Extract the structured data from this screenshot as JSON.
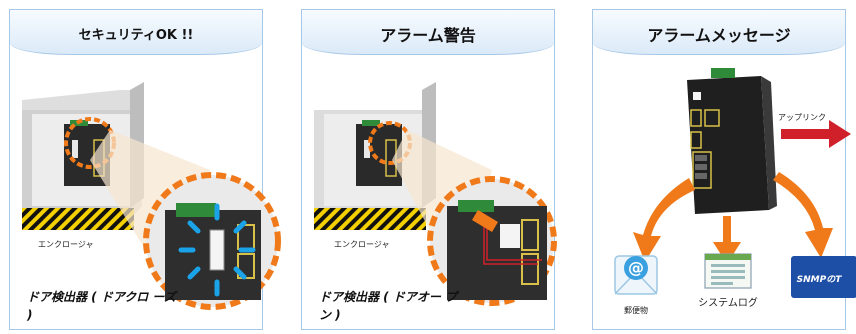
{
  "panels": [
    {
      "title": "セキュリティOK !!",
      "enclosure_label": "エンクロージャ",
      "description": "ドア検出器 ( ドアクロ ーズ )"
    },
    {
      "title": "アラーム警告",
      "enclosure_label": "エンクロージャ",
      "description": "ドア検出器 ( ドアオー プン )"
    },
    {
      "title": "アラームメッセージ",
      "uplink_label": "アップリンク",
      "outputs": [
        {
          "label": "郵便物",
          "icon": "email-icon"
        },
        {
          "label": "システムログ",
          "icon": "syslog-window-icon"
        },
        {
          "label": "SNMPのT",
          "icon": "snmp-trap-icon"
        }
      ]
    }
  ],
  "colors": {
    "panel_border": "#a8c8e8",
    "alert_orange": "#f07a1a",
    "ok_blue": "#1aa3e8",
    "uplink_red": "#d0202a",
    "snmp_blue": "#1e4fa6"
  }
}
